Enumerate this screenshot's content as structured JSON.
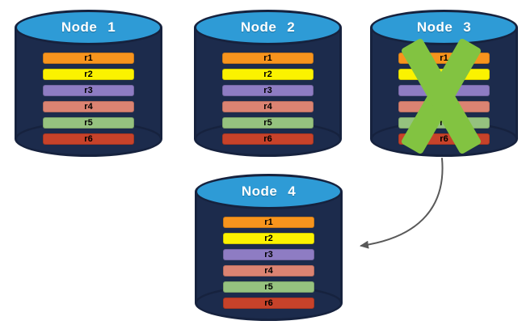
{
  "diagram": {
    "nodes": [
      {
        "label": "Node 1",
        "failed": false
      },
      {
        "label": "Node 2",
        "failed": false
      },
      {
        "label": "Node 3",
        "failed": true
      },
      {
        "label": "Node 4",
        "failed": false
      }
    ],
    "replicas": [
      {
        "label": "r1",
        "color": "#F7941D"
      },
      {
        "label": "r2",
        "color": "#FBF200"
      },
      {
        "label": "r3",
        "color": "#8E7CC3"
      },
      {
        "label": "r4",
        "color": "#DB8372"
      },
      {
        "label": "r5",
        "color": "#95C27F"
      },
      {
        "label": "r6",
        "color": "#C7422A"
      }
    ],
    "colors": {
      "cylinder_body": "#1C2B4C",
      "cylinder_top": "#2E9BD6",
      "cylinder_outline": "#16223E",
      "failure_x": "#82C341",
      "arrow": "#595959",
      "node_label_text": "#FFFFFF",
      "replica_label_text": "#000000"
    },
    "arrow": {
      "from": "Node 3",
      "to": "Node 4"
    }
  }
}
